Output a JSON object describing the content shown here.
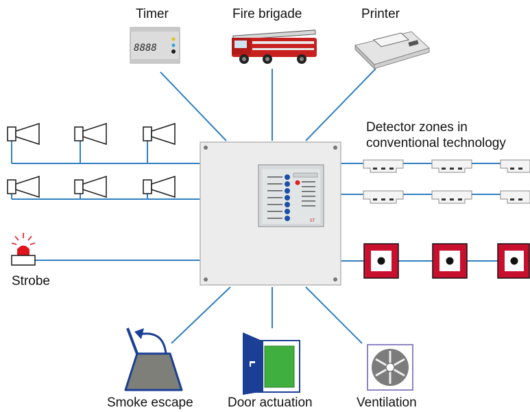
{
  "labels": {
    "timer": "Timer",
    "fire_brigade": "Fire brigade",
    "printer": "Printer",
    "detector_zones_line1": "Detector zones in",
    "detector_zones_line2": "conventional technology",
    "strobe": "Strobe",
    "smoke_escape": "Smoke escape",
    "door_actuation": "Door actuation",
    "ventilation": "Ventilation"
  },
  "timer_display": "8888",
  "panel_brand": "ST",
  "colors": {
    "line": "#2f7fc0",
    "panel": "#ececec",
    "call_point_red": "#c8102e",
    "strobe_red": "#e0141c",
    "door_blue": "#1b3f94",
    "door_green": "#3fb03f",
    "smoke_grey": "#7f7f7a",
    "fire_truck_red": "#c8201e"
  }
}
